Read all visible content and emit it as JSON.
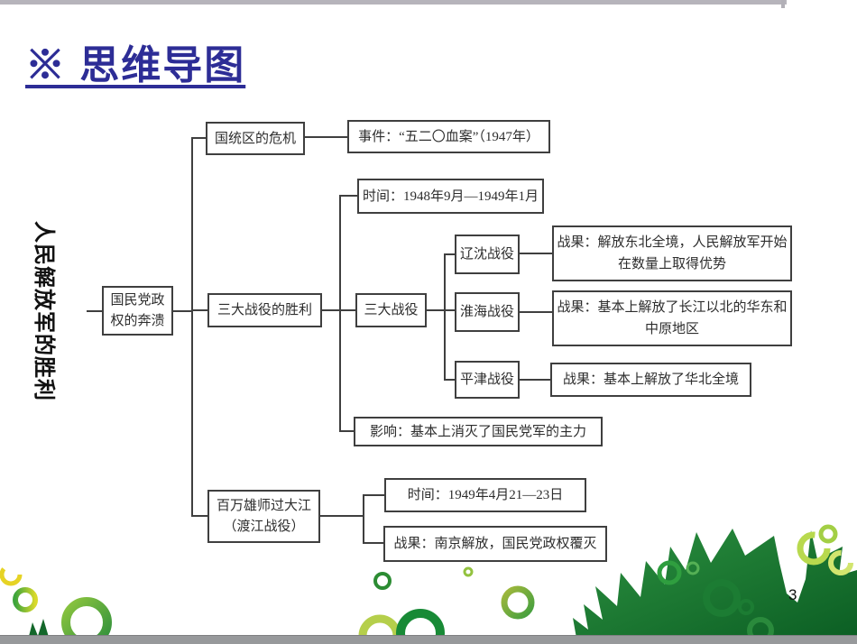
{
  "title": {
    "full": "※ 思维导图",
    "color": "#2d2d96"
  },
  "side_label": "人民解放军的胜利",
  "page_number": "3",
  "tree": {
    "root": {
      "line1": "国民党政",
      "line2": "权的奔溃"
    },
    "branches": [
      {
        "label": "国统区的危机",
        "children": [
          {
            "text": "事件：“五二〇血案”（1947年）"
          }
        ]
      },
      {
        "label": "三大战役的胜利",
        "children": [
          {
            "text": "时间：1948年9月—1949年1月"
          },
          {
            "label": "三大战役",
            "battles": [
              {
                "name": "辽沈战役",
                "result": "战果：解放东北全境，人民解放军开始在数量上取得优势"
              },
              {
                "name": "淮海战役",
                "result": "战果：基本上解放了长江以北的华东和中原地区"
              },
              {
                "name": "平津战役",
                "result": "战果：基本上解放了华北全境"
              }
            ]
          },
          {
            "text": "影响：基本上消灭了国民党军的主力"
          }
        ]
      },
      {
        "label1": "百万雄师过大江",
        "label2": "（渡江战役）",
        "children": [
          {
            "text": "时间：1949年4月21—23日"
          },
          {
            "text": "战果：南京解放，国民党政权覆灭"
          }
        ]
      }
    ]
  },
  "colors": {
    "connector": "#3f3f3f",
    "leaf_dark_green": "#0e6426",
    "leaf_light_green": "#2c9140",
    "ball_yellow": "#f2e632",
    "ring_light_green": "#b5cf4b"
  }
}
